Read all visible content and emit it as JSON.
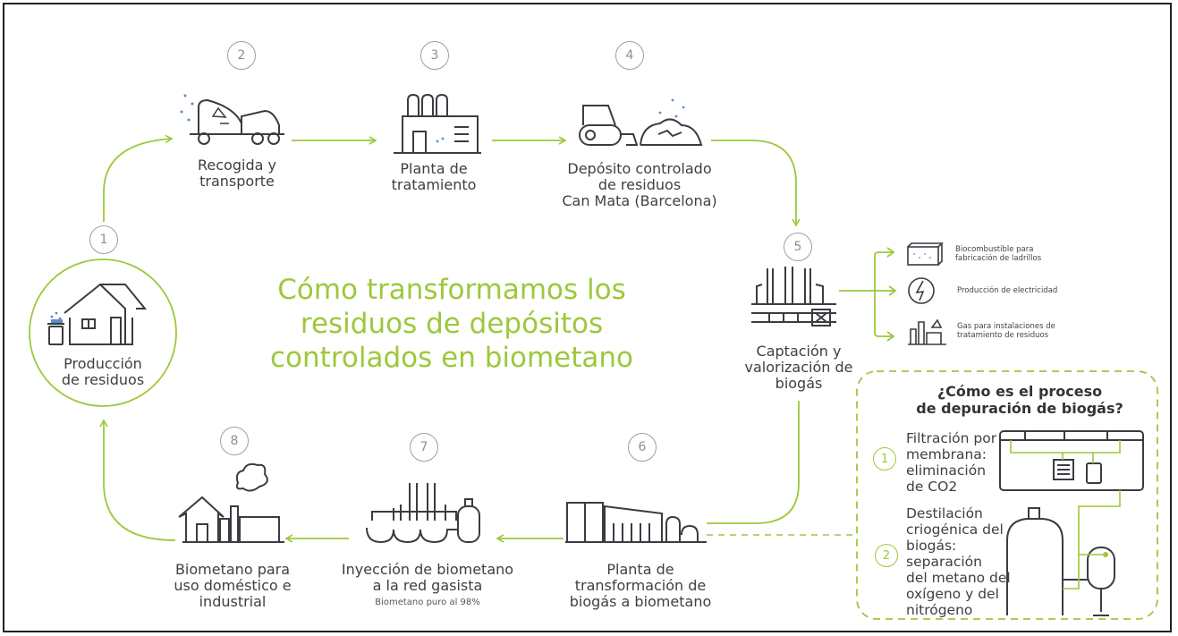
{
  "title": "Cómo transformamos los\nresiduos de depósitos\ncontrolados en biometano",
  "steps": [
    {
      "num": "1",
      "label": "Producción\nde residuos",
      "icon": "house-icon"
    },
    {
      "num": "2",
      "label": "Recogida y\ntransporte",
      "icon": "truck-icon"
    },
    {
      "num": "3",
      "label": "Planta de\ntratamiento",
      "icon": "factory-icon"
    },
    {
      "num": "4",
      "label": "Depósito controlado\nde residuos\nCan Mata (Barcelona)",
      "icon": "bulldozer-icon"
    },
    {
      "num": "5",
      "label": "Captación y\nvalorización de\nbiogás",
      "icon": "biogas-capture-icon"
    },
    {
      "num": "6",
      "label": "Planta de\ntransformación de\nbiogás a biometano",
      "icon": "biomethane-plant-icon"
    },
    {
      "num": "7",
      "label": "Inyección de biometano\na la red gasista",
      "sublabel": "Biometano puro al 98%",
      "icon": "gas-injection-icon"
    },
    {
      "num": "8",
      "label": "Biometano para\nuso doméstico e\nindustrial",
      "icon": "industry-icon"
    }
  ],
  "uses": [
    {
      "label": "Biocombustible para\nfabricación de ladrillos",
      "icon": "brick-icon"
    },
    {
      "label": "Producción de electricidad",
      "icon": "electricity-icon"
    },
    {
      "label": "Gas para instalaciones de\ntratamiento de residuos",
      "icon": "treatment-facility-icon"
    }
  ],
  "process": {
    "title": "¿Cómo es el proceso\nde depuración de biogás?",
    "steps": [
      {
        "num": "1",
        "label": "Filtración por\nmembrana:\neliminación\nde CO2"
      },
      {
        "num": "2",
        "label": "Destilación\ncriogénica del\nbiogás: separación\ndel metano del\noxígeno y del\nnitrógeno"
      }
    ]
  },
  "colors": {
    "accent": "#9cc83b",
    "text": "#3d3f45",
    "icon": "#3a3c42",
    "dot": "#5b8fc4"
  }
}
